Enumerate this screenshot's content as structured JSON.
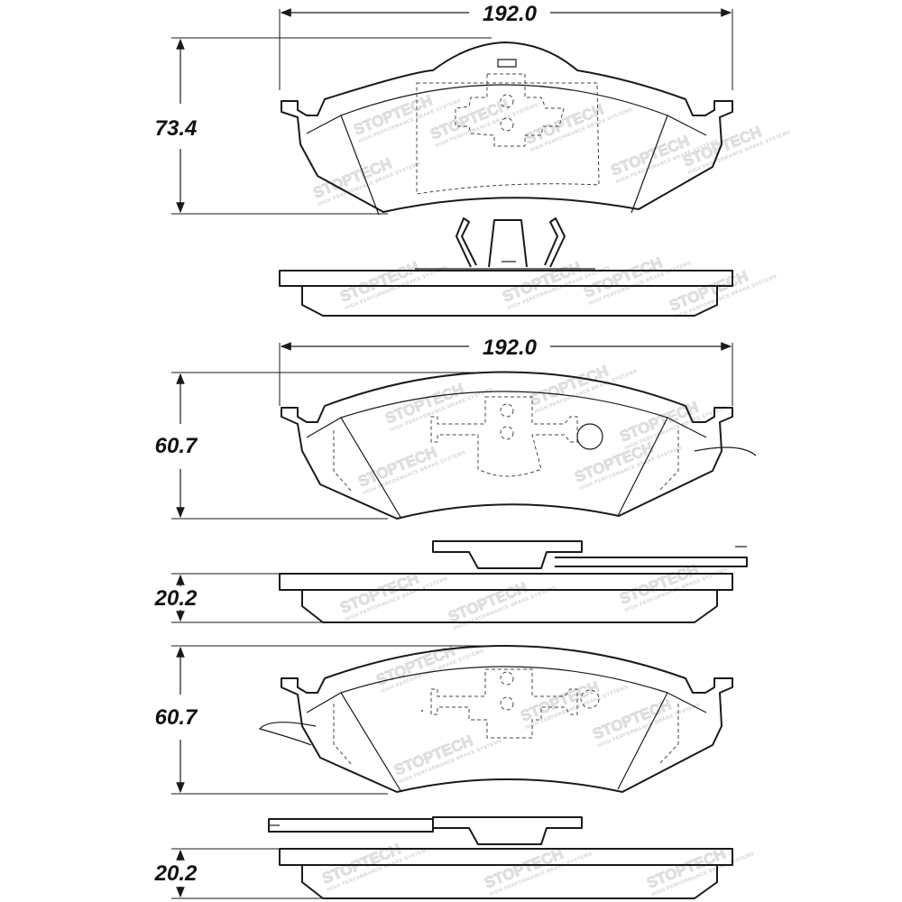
{
  "dimensions": {
    "pad1_width": "192.0",
    "pad1_height": "73.4",
    "pad2_width": "192.0",
    "pad2_height": "60.7",
    "pad2_thickness": "20.2",
    "pad3_height": "60.7",
    "pad3_thickness": "20.2"
  },
  "watermark": {
    "brand": "STOPTECH",
    "tagline": "HIGH PERFORMANCE BRAKE SYSTEMS"
  },
  "colors": {
    "line": "#1a1a1a",
    "watermark": "#e3e3e3"
  }
}
